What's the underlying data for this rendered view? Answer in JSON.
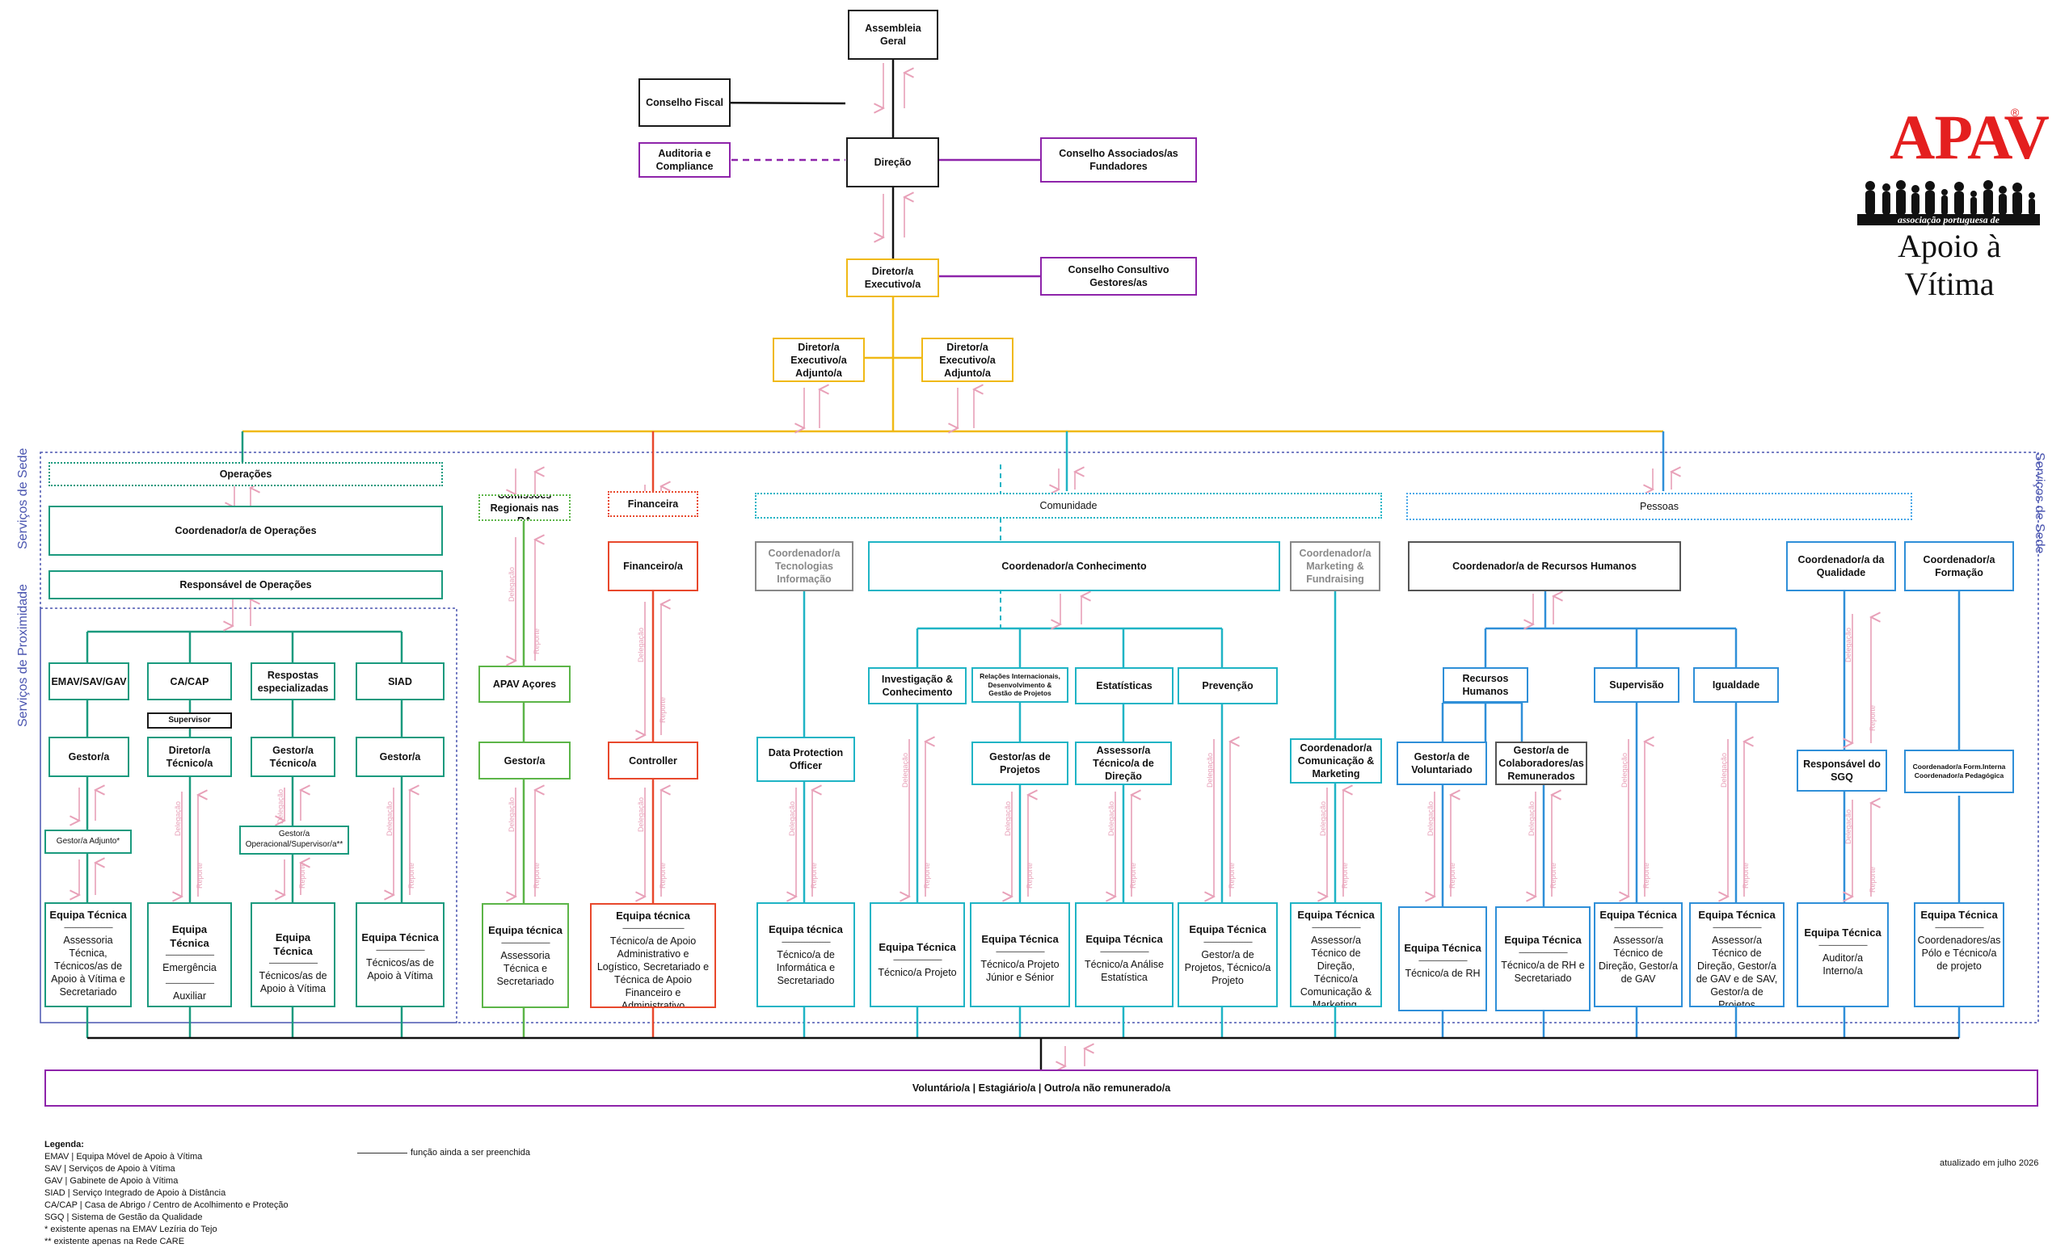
{
  "top": {
    "assembleia": "Assembleia Geral",
    "conselho_fiscal": "Conselho Fiscal",
    "auditoria": "Auditoria e Compliance",
    "direcao": "Direção",
    "conselho_associados": "Conselho Associados/as Fundadores",
    "diretor_executivo": "Diretor/a Executivo/a",
    "conselho_consultivo": "Conselho Consultivo Gestores/as",
    "diretor_adjunto_1": "Diretor/a Executivo/a Adjunto/a",
    "diretor_adjunto_2": "Diretor/a Executivo/a Adjunto/a"
  },
  "labels": {
    "servicos_sede": "Serviços de Sede",
    "servicos_proximidade": "Serviços de Proximidade",
    "delegacao": "Delegação",
    "reporte": "Reporte"
  },
  "operacoes": {
    "title": "Operações",
    "coordenador": "Coordenador/a de Operações",
    "responsavel": "Responsável de Operações",
    "units": [
      "EMAV/SAV/GAV",
      "CA/CAP",
      "Respostas especializadas",
      "SIAD"
    ],
    "supervisor": "Supervisor",
    "gestor_1": "Gestor/a",
    "diretor_tecnico": "Diretor/a Técnico/a",
    "gestor_tecnico": "Gestor/a Técnico/a",
    "gestor_4": "Gestor/a",
    "gestor_adjunto": "Gestor/a Adjunto*",
    "gestor_operacional": "Gestor/a Operacional/Supervisor/a**",
    "teams": [
      {
        "title": "Equipa Técnica",
        "body": "Assessoria Técnica, Técnicos/as de Apoio à Vítima e Secretariado"
      },
      {
        "title": "Equipa Técnica",
        "body": "Emergência",
        "body2": "Auxiliar"
      },
      {
        "title": "Equipa Técnica",
        "body": "Técnicos/as de Apoio à Vítima"
      },
      {
        "title": "Equipa Técnica",
        "body": "Técnicos/as de Apoio à Vítima"
      }
    ]
  },
  "comissoes": {
    "title": "Comissões Regionais nas RA",
    "unit": "APAV Açores",
    "gestor": "Gestor/a",
    "team_title": "Equipa técnica",
    "team_body": "Assessoria Técnica e Secretariado"
  },
  "financeira": {
    "title": "Financeira",
    "financeiro": "Financeiro/a",
    "controller": "Controller",
    "team_title": "Equipa técnica",
    "team_body": "Técnico/a de Apoio Administrativo e Logístico, Secretariado e Técnica de Apoio Financeiro e Administrativo"
  },
  "comunidade": {
    "title": "Comunidade",
    "coord_ti": "Coordenador/a Tecnologias Informação",
    "coord_conhecimento": "Coordenador/a Conhecimento",
    "coord_marketing": "Coordenador/a Marketing & Fundraising",
    "investigacao": "Investigação & Conhecimento",
    "relacoes": "Relações Internacionais, Desenvolvimento & Gestão de Projetos",
    "estatisticas": "Estatísticas",
    "prevencao": "Prevenção",
    "dpo": "Data Protection Officer",
    "gestor_projetos": "Gestor/as de Projetos",
    "assessor_direcao": "Assessor/a Técnico/a de Direção",
    "coord_comunicacao": "Coordenador/a Comunicação & Marketing",
    "teams": [
      {
        "title": "Equipa técnica",
        "body": "Técnico/a de Informática e Secretariado"
      },
      {
        "title": "Equipa Técnica",
        "body": "Técnico/a Projeto"
      },
      {
        "title": "Equipa Técnica",
        "body": "Técnico/a Projeto Júnior e Sénior"
      },
      {
        "title": "Equipa Técnica",
        "body": "Técnico/a Análise Estatística"
      },
      {
        "title": "Equipa Técnica",
        "body": "Gestor/a de Projetos, Técnico/a Projeto"
      },
      {
        "title": "Equipa Técnica",
        "body": "Assessor/a Técnico de Direção, Técnico/a Comunicação & Marketing, Fundraiser"
      }
    ]
  },
  "pessoas": {
    "title": "Pessoas",
    "coord_rh": "Coordenador/a de Recursos Humanos",
    "coord_qualidade": "Coordenador/a da Qualidade",
    "coord_formacao": "Coordenador/a Formação",
    "recursos_humanos": "Recursos Humanos",
    "supervisao": "Supervisão",
    "igualdade": "Igualdade",
    "gestor_voluntariado": "Gestor/a de Voluntariado",
    "gestor_colaboradores": "Gestor/a de Colaboradores/as Remunerados",
    "responsavel_sgq": "Responsável do SGQ",
    "coord_form_interna": "Coordenador/a Form.Interna Coordenador/a Pedagógica",
    "teams": [
      {
        "title": "Equipa Técnica",
        "body": "Técnico/a de RH"
      },
      {
        "title": "Equipa Técnica",
        "body": "Técnico/a de RH e Secretariado"
      },
      {
        "title": "Equipa Técnica",
        "body": "Assessor/a Técnico de Direção, Gestor/a de GAV"
      },
      {
        "title": "Equipa Técnica",
        "body": "Assessor/a Técnico de Direção, Gestor/a de GAV e de SAV, Gestor/a de Projetos"
      },
      {
        "title": "Equipa Técnica",
        "body": "Auditor/a Interno/a"
      },
      {
        "title": "Equipa Técnica",
        "body": "Coordenadores/as Pólo e Técnico/a de projeto"
      }
    ]
  },
  "voluntario": "Voluntário/a | Estagiário/a | Outro/a não remunerado/a",
  "legend": {
    "title": "Legenda:",
    "items": [
      "EMAV | Equipa Móvel de Apoio à Vítima",
      "SAV | Serviços de Apoio à Vítima",
      "GAV | Gabinete de Apoio à Vítima",
      "SIAD | Serviço Integrado de Apoio à Distância",
      "CA/CAP | Casa de Abrigo / Centro de Acolhimento e Proteção",
      "SGQ | Sistema de Gestão da Qualidade",
      "*    existente apenas na EMAV Lezíria do Tejo",
      "** existente apenas na Rede CARE"
    ],
    "line_key": "função ainda a ser preenchida"
  },
  "updated": "atualizado em julho 2026",
  "logo": {
    "brand": "APAV",
    "reg": "®",
    "band": "associação portuguesa de",
    "sub": "Apoio à Vítima"
  },
  "colors": {
    "operacoes": "#1a9a7e",
    "comissoes": "#5cb548",
    "financeira": "#e8482c",
    "comunidade": "#1fb4c5",
    "pessoas": "#2f8fd8",
    "arrows": "#e8a0b8",
    "purple": "#8e24aa",
    "yellow": "#f0b915",
    "sede_frame": "#4a55b0"
  }
}
